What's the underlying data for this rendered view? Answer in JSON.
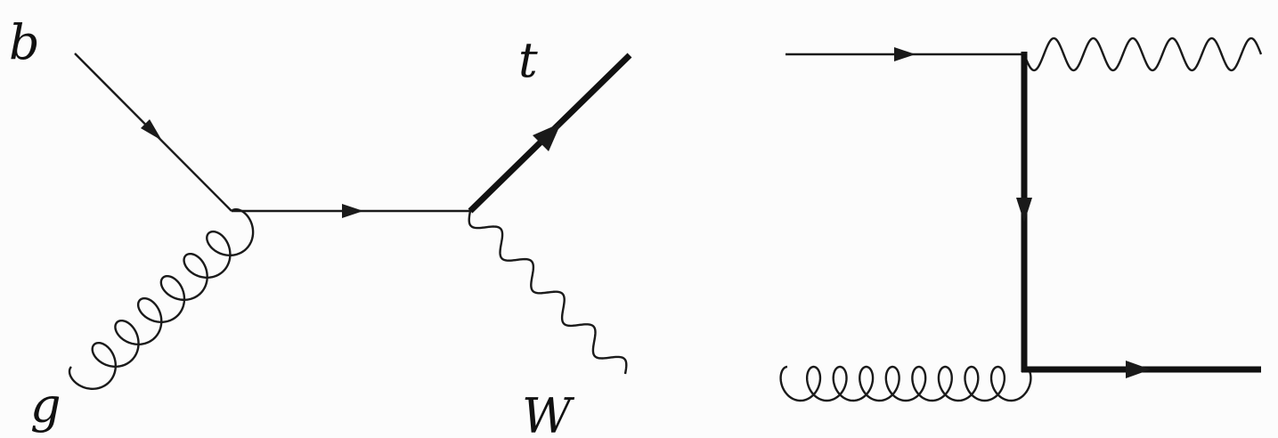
{
  "diagram_s_channel": {
    "label_b": "b",
    "label_g": "g",
    "label_t": "t",
    "label_W": "W"
  },
  "diagram_t_channel": {}
}
